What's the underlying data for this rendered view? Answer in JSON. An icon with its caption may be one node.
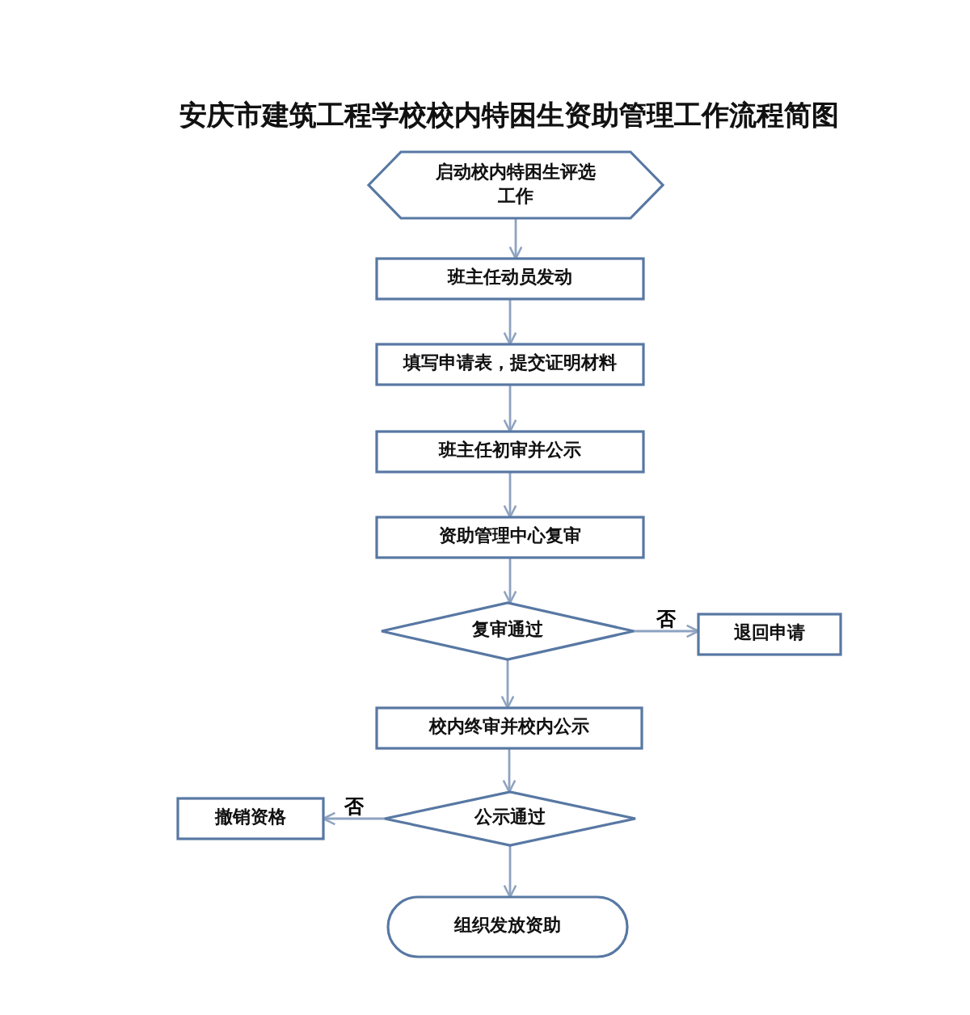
{
  "diagram": {
    "title": "安庆市建筑工程学校校内特困生资助管理工作流程简图",
    "nodes": [
      {
        "text": [
          "启动校内特困生评选工作"
        ]
      },
      {
        "text": [
          "班主任动员发动"
        ]
      },
      {
        "text": [
          "填写申请表，提交证明材料"
        ]
      },
      {
        "text": [
          "班主任初审并公示"
        ]
      },
      {
        "text": [
          "资助管理中心复审"
        ]
      },
      {
        "text": [
          "复审通过"
        ]
      },
      {
        "text": [
          "退回申请"
        ]
      },
      {
        "text": [
          "校内终审并校内公示"
        ]
      },
      {
        "text": [
          "公示通过"
        ]
      },
      {
        "text": [
          "撤销资格"
        ]
      },
      {
        "text": [
          "组织发放资助"
        ]
      }
    ],
    "edges": [
      {
        "from": 0,
        "to": 1,
        "arrow": "to"
      },
      {
        "from": 1,
        "to": 2,
        "arrow": "to"
      },
      {
        "from": 2,
        "to": 3,
        "arrow": "to"
      },
      {
        "from": 3,
        "to": 4,
        "arrow": "to"
      },
      {
        "from": 4,
        "to": 5,
        "arrow": "to"
      },
      {
        "from": 5,
        "to": 6,
        "arrow": "to",
        "label": "否"
      },
      {
        "from": 5,
        "to": 7,
        "arrow": "to"
      },
      {
        "from": 7,
        "to": 8,
        "arrow": "to"
      },
      {
        "from": 8,
        "to": 9,
        "arrow": "to",
        "label": "否"
      },
      {
        "from": 8,
        "to": 10,
        "arrow": "to"
      }
    ]
  }
}
